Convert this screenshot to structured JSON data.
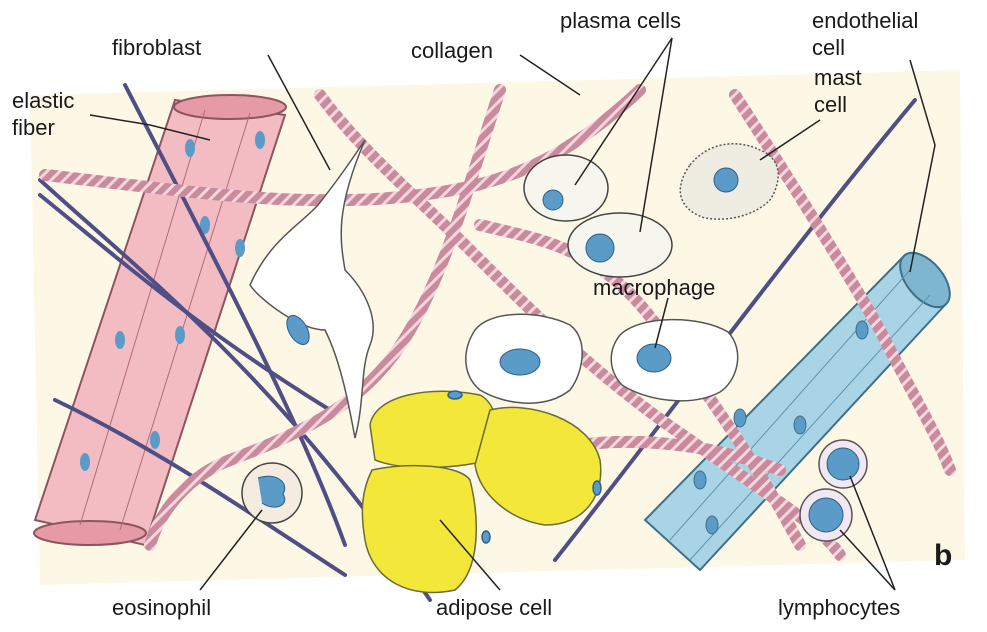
{
  "colors": {
    "background": "#fdf8e6",
    "collagen": "#c98a9c",
    "collagen_stripe": "#f4d6de",
    "elastic_fiber": "#4f4f86",
    "vessel": "#f3bcc3",
    "capillary": "#a9d4e6",
    "adipose": "#f3e83a",
    "nucleus": "#5b9bc8",
    "leader": "#222222"
  },
  "labels": {
    "fibroblast": "fibroblast",
    "collagen": "collagen",
    "plasma_cells": "plasma cells",
    "endothelial_cell_line1": "endothelial",
    "endothelial_cell_line2": "cell",
    "mast_cell_line1": "mast",
    "mast_cell_line2": "cell",
    "elastic_fiber_line1": "elastic",
    "elastic_fiber_line2": "fiber",
    "macrophage": "macrophage",
    "eosinophil": "eosinophil",
    "adipose_cell": "adipose cell",
    "lymphocytes": "lymphocytes",
    "panel_letter": "b"
  }
}
